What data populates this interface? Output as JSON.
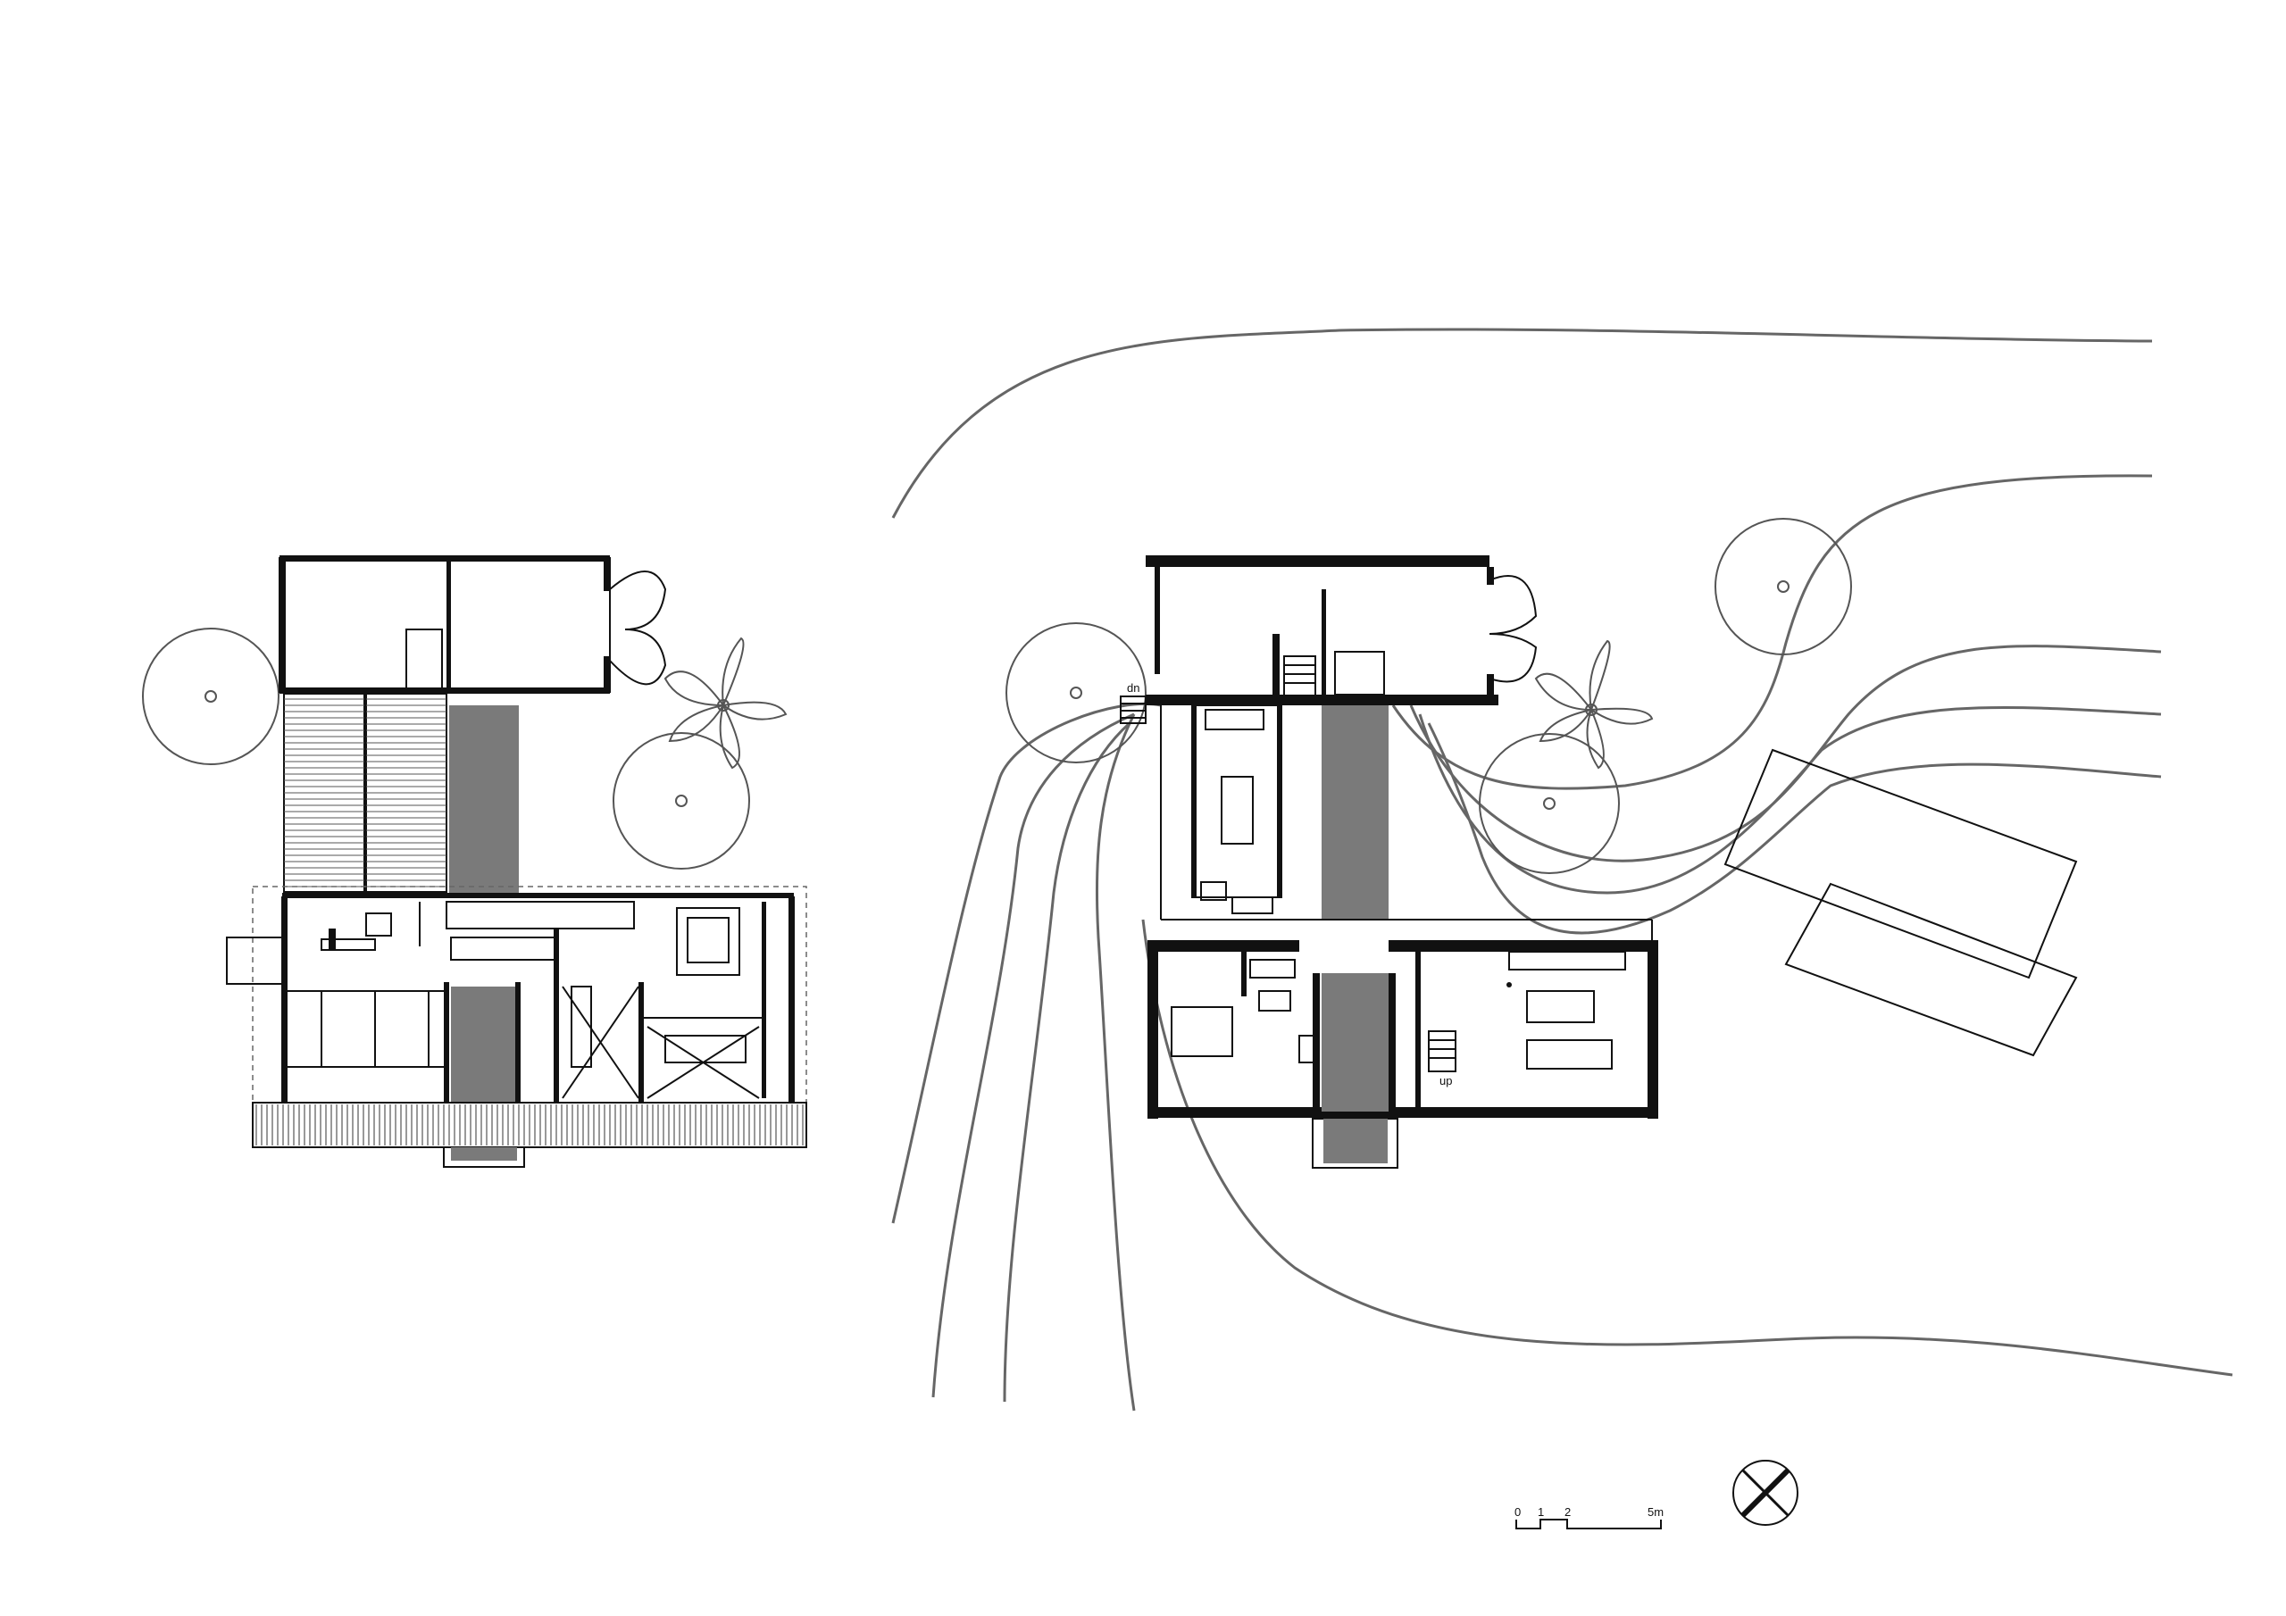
{
  "scale_bar": {
    "ticks": [
      "0",
      "1",
      "2",
      "5m"
    ]
  },
  "labels": {
    "stair_up": "up",
    "stair_down": "dn"
  },
  "colors": {
    "wall": "#111111",
    "corridor": "#7a7a7a",
    "contour": "#666666"
  },
  "icons": {
    "north_arrow": "north-arrow-icon"
  }
}
